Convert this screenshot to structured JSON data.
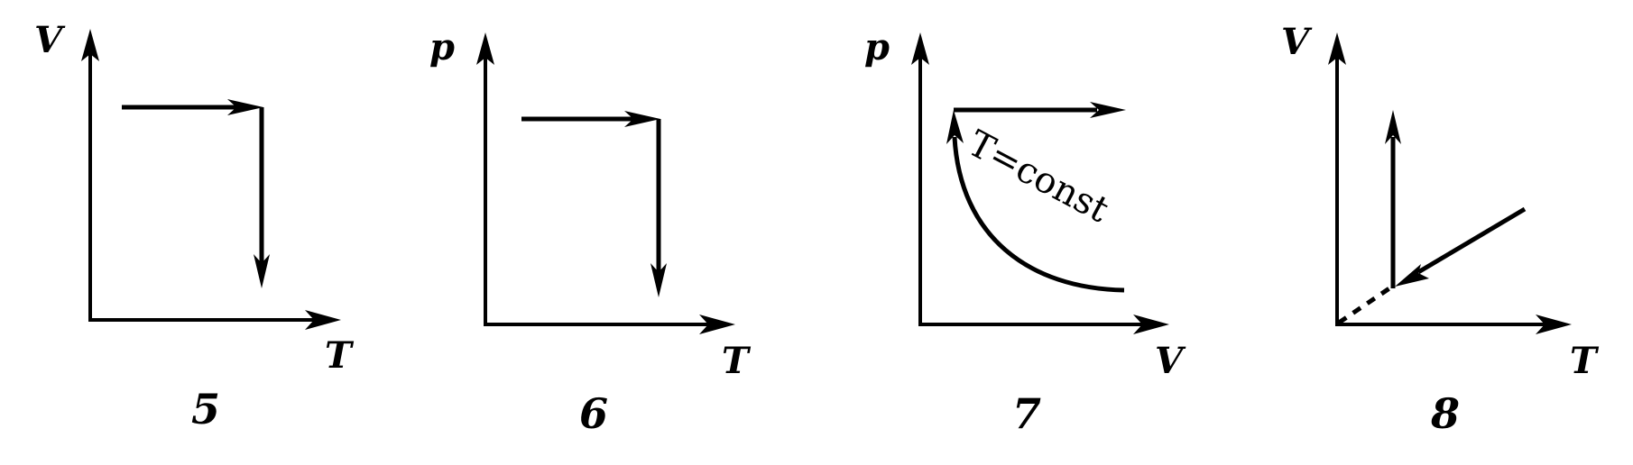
{
  "panels": [
    {
      "number": "5",
      "y_axis": "V",
      "x_axis": "T"
    },
    {
      "number": "6",
      "y_axis": "p",
      "x_axis": "T"
    },
    {
      "number": "7",
      "y_axis": "p",
      "x_axis": "V",
      "curve_label": "T=const"
    },
    {
      "number": "8",
      "y_axis": "V",
      "x_axis": "T"
    }
  ]
}
